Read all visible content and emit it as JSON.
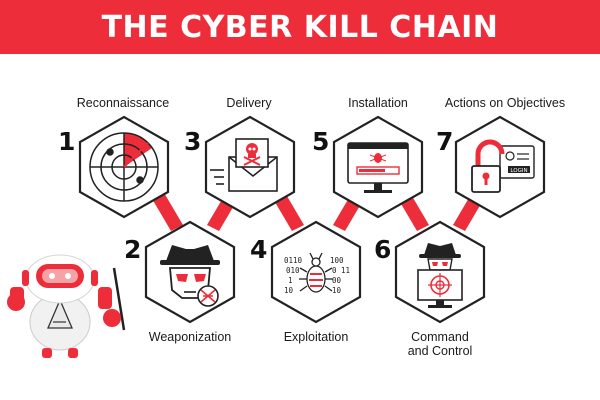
{
  "title": "THE CYBER KILL CHAIN",
  "colors": {
    "accent": "#ee2d3a",
    "outline": "#222222",
    "background": "#ffffff"
  },
  "steps": [
    {
      "number": "1",
      "label": "Reconnaissance",
      "icon": "radar-icon"
    },
    {
      "number": "2",
      "label": "Weaponization",
      "icon": "hacker-skull-icon"
    },
    {
      "number": "3",
      "label": "Delivery",
      "icon": "malicious-email-icon"
    },
    {
      "number": "4",
      "label": "Exploitation",
      "icon": "binary-bug-icon"
    },
    {
      "number": "5",
      "label": "Installation",
      "icon": "infected-monitor-icon"
    },
    {
      "number": "6",
      "label": "Command\nand Control",
      "icon": "hacker-target-monitor-icon"
    },
    {
      "number": "7",
      "label": "Actions on Objectives",
      "icon": "unlocked-login-icon"
    }
  ],
  "icon_text": {
    "binary_left": [
      "0110",
      "010",
      "1",
      "10"
    ],
    "binary_right": [
      "100",
      "0 11",
      "00",
      "10"
    ],
    "login": "LOGIN"
  },
  "mascot": {
    "icon": "robot-mascot-icon"
  }
}
